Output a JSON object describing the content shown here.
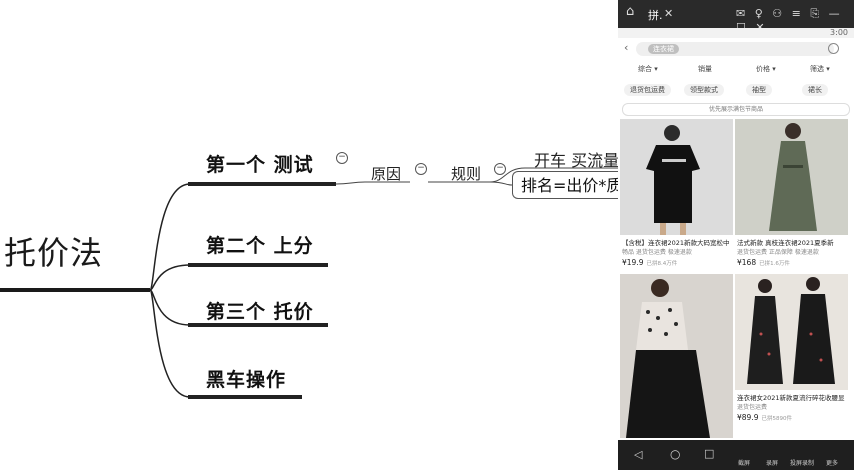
{
  "mindmap": {
    "root": "托价法",
    "branches": [
      "第一个  测试",
      "第二个  上分",
      "第三个  托价",
      "黑车操作"
    ],
    "sub1": "原因",
    "sub2": "规则",
    "sub3a": "开车  买流量",
    "sub3b": "排名=出价*质",
    "collapse_symbol": "−"
  },
  "phone": {
    "titlebar": {
      "home": "⌂",
      "tab": "拼.",
      "close": "✕",
      "icons": "✉ ♀ ⚇ ≡  ⎘ — ☐ ✕"
    },
    "status_time": "3:00",
    "search_chip": "连衣裙",
    "sort": [
      "综合 ▾",
      "销量",
      "价格 ▾",
      "筛选 ▾"
    ],
    "filters": [
      "退货包运费",
      "领型款式",
      "袖型",
      "裙长"
    ],
    "banner": "优先展示满包节商品",
    "products": [
      {
        "title": "【含税】连衣裙2021新款大码宽松中",
        "tags": "畅品  退货包运费  极速退款",
        "price": "¥19.9",
        "sold": "已拼8.4万件"
      },
      {
        "title": "法式新款 真枝连衣裙2021夏季新",
        "tags": "退货包运费  正品保障  极速退款",
        "price": "¥168",
        "sold": "已拼1.6万件"
      },
      {
        "title": "",
        "tags": "",
        "price": "",
        "sold": ""
      },
      {
        "title": "连衣裙女2021新款夏流行碎花收腰显",
        "tags": "退货包运费",
        "price": "¥89.9",
        "sold": "已拼5890件"
      }
    ],
    "navbar": [
      "◁",
      "○",
      "□",
      "截屏",
      "录屏",
      "投屏录制",
      "更多"
    ]
  }
}
